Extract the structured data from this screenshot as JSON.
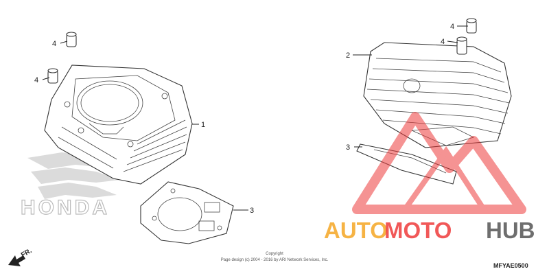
{
  "callouts": {
    "c1": "1",
    "c2": "2",
    "c3a": "3",
    "c3b": "3",
    "c4a": "4",
    "c4b": "4",
    "c4c": "4",
    "c4d": "4"
  },
  "watermarks": {
    "brand_left": "HONDA",
    "brand_auto": "AUTO",
    "brand_moto": "MOTO",
    "brand_hub": "HUB"
  },
  "direction": {
    "label": "FR."
  },
  "copyright": {
    "line1": "Copyright",
    "line2": "Page design (c) 2004 - 2016 by ARI Network Services, Inc."
  },
  "diagram_code": "MFYAE0500",
  "colors": {
    "accent_red": "#ee3b3b",
    "accent_orange": "#f5a623",
    "hub_gray": "#555555"
  }
}
